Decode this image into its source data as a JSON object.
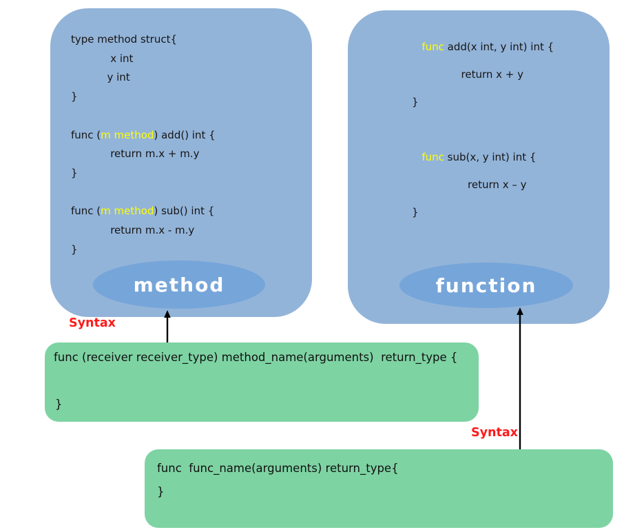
{
  "cards": {
    "method_card": {
      "code_lines": [
        {
          "segs": [
            {
              "t": "type method struct{"
            }
          ]
        },
        {
          "segs": [
            {
              "t": "            x int"
            }
          ]
        },
        {
          "segs": [
            {
              "t": "           y int"
            }
          ]
        },
        {
          "segs": [
            {
              "t": "}"
            }
          ]
        },
        {
          "segs": []
        },
        {
          "segs": [
            {
              "t": "func ("
            },
            {
              "t": "m method",
              "c": "yellow"
            },
            {
              "t": ") add() int {"
            }
          ]
        },
        {
          "segs": [
            {
              "t": "            return m.x + m.y"
            }
          ]
        },
        {
          "segs": [
            {
              "t": "}"
            }
          ]
        },
        {
          "segs": []
        },
        {
          "segs": [
            {
              "t": "func ("
            },
            {
              "t": "m method",
              "c": "yellow"
            },
            {
              "t": ") sub() int {"
            }
          ]
        },
        {
          "segs": [
            {
              "t": "            return m.x - m.y"
            }
          ]
        },
        {
          "segs": [
            {
              "t": "}"
            }
          ]
        }
      ],
      "badge": "method"
    },
    "function_card": {
      "code_lines": [
        {
          "segs": [
            {
              "t": "   "
            },
            {
              "t": "func",
              "c": "yellow"
            },
            {
              "t": " add(x int, y int) int {"
            }
          ]
        },
        {
          "segs": [
            {
              "t": "               return x + y"
            }
          ]
        },
        {
          "segs": [
            {
              "t": "}"
            }
          ]
        },
        {
          "segs": []
        },
        {
          "segs": [
            {
              "t": "   "
            },
            {
              "t": "func",
              "c": "yellow"
            },
            {
              "t": " sub(x, y int) int {"
            }
          ]
        },
        {
          "segs": [
            {
              "t": "                 return x – y"
            }
          ]
        },
        {
          "segs": [
            {
              "t": "}"
            }
          ]
        }
      ],
      "badge": "function"
    }
  },
  "syntax_boxes": {
    "method_syntax": {
      "line1": "func (receiver receiver_type) method_name(arguments)  return_type {",
      "close": "}"
    },
    "function_syntax": {
      "line1": "func  func_name(arguments) return_type{",
      "close": "}"
    }
  },
  "labels": {
    "left_syntax": "Syntax",
    "right_syntax": "Syntax"
  },
  "colors": {
    "card_blue": "#93b4d9",
    "ellipse_blue": "#76a5d9",
    "syntax_green": "#7ed3a3",
    "keyword_yellow": "#ffff00",
    "syntax_red": "#ff1a1a",
    "code_text": "#151515",
    "badge_text": "#ffffff"
  }
}
